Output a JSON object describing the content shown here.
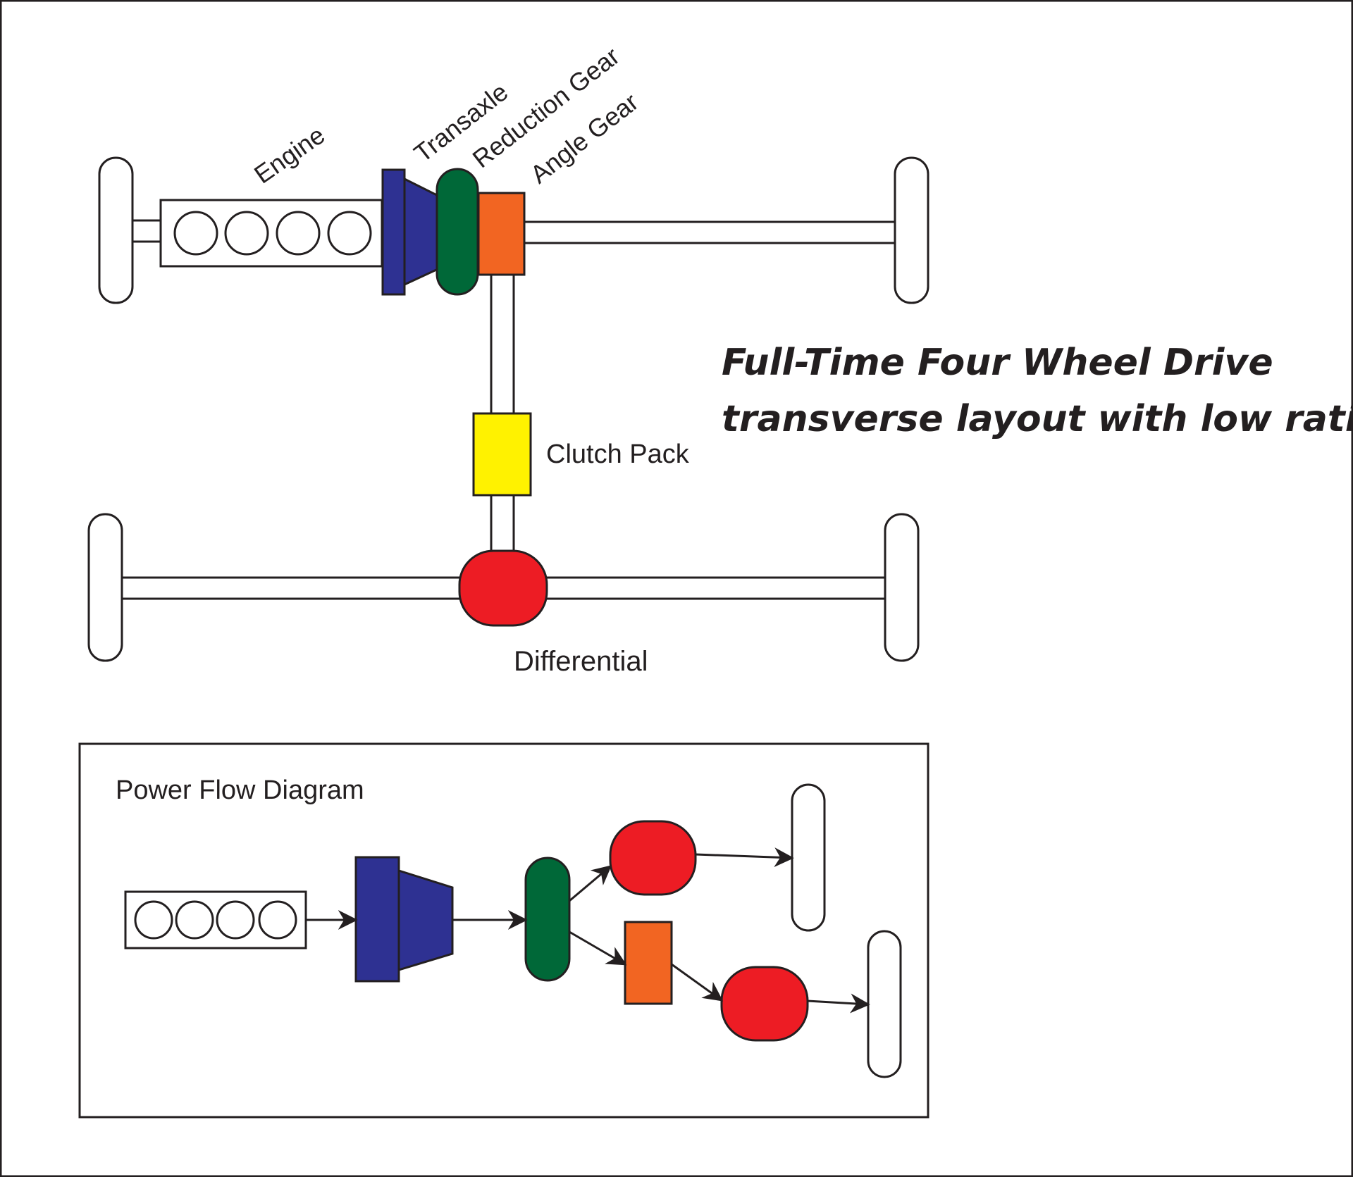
{
  "title": {
    "line1": "Full-Time Four Wheel Drive",
    "line2": "transverse layout with low ratio"
  },
  "labels": {
    "engine": "Engine",
    "transaxle": "Transaxle",
    "reduction_gear": "Reduction Gear",
    "angle_gear": "Angle Gear",
    "clutch_pack": "Clutch Pack",
    "differential": "Differential"
  },
  "power_flow": {
    "title": "Power Flow Diagram"
  },
  "colors": {
    "transaxle": "#2e3192",
    "reduction_gear": "#006838",
    "angle_gear": "#f26522",
    "clutch_pack": "#fff200",
    "differential": "#ed1c24",
    "stroke": "#231f20"
  }
}
